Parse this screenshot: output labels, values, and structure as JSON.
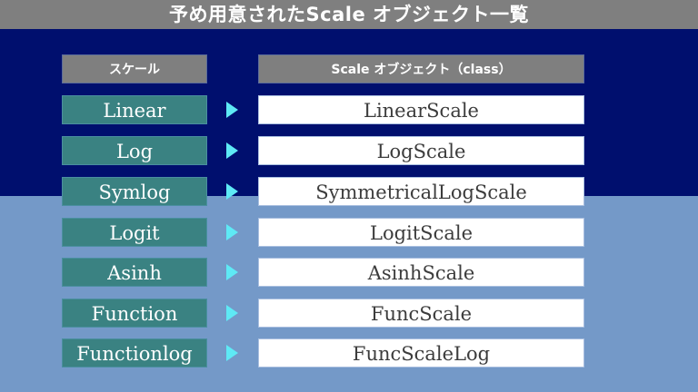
{
  "title": "予め用意されたScale オブジェクト一覧",
  "colors": {
    "title_bg": "#7f7f7f",
    "dark_band": "#000f6e",
    "light_bg": "#7499c8",
    "scale_box": "#3a8282",
    "arrow": "#5ee9f5",
    "class_box": "#ffffff"
  },
  "headers": {
    "scale": "スケール",
    "class": "Scale オブジェクト（class）"
  },
  "rows": [
    {
      "scale": "Linear",
      "class": "LinearScale"
    },
    {
      "scale": "Log",
      "class": "LogScale"
    },
    {
      "scale": "Symlog",
      "class": "SymmetricalLogScale"
    },
    {
      "scale": "Logit",
      "class": "LogitScale"
    },
    {
      "scale": "Asinh",
      "class": "AsinhScale"
    },
    {
      "scale": "Function",
      "class": "FuncScale"
    },
    {
      "scale": "Functionlog",
      "class": "FuncScaleLog"
    }
  ]
}
